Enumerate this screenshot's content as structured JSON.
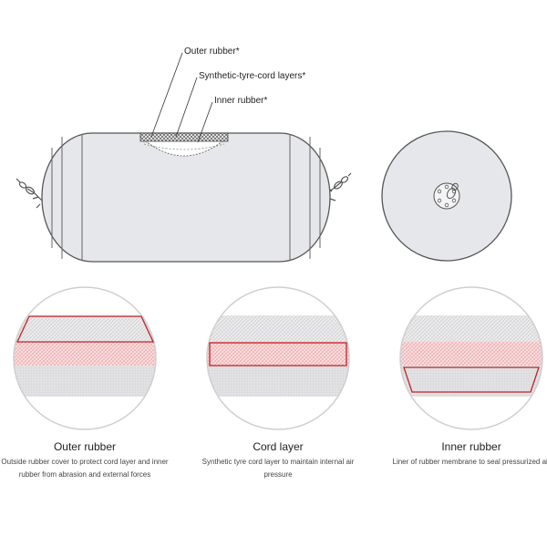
{
  "callouts": {
    "outer": "Outer rubber*",
    "cord": "Synthetic-tyre-cord layers*",
    "inner": "Inner rubber*"
  },
  "colors": {
    "outline": "#555555",
    "body_fill": "#e6e7ea",
    "highlight": "#c0232a",
    "layer_grey": "#d9d9db",
    "layer_pink": "#f2c4c6"
  },
  "layers": [
    {
      "title": "Outer rubber",
      "description": "Outside rubber cover to protect cord layer and inner rubber from abrasion and external forces"
    },
    {
      "title": "Cord layer",
      "description": "Synthetic tyre cord layer to maintain internal air pressure"
    },
    {
      "title": "Inner rubber",
      "description": "Liner of rubber membrane to seal pressurized air"
    }
  ]
}
